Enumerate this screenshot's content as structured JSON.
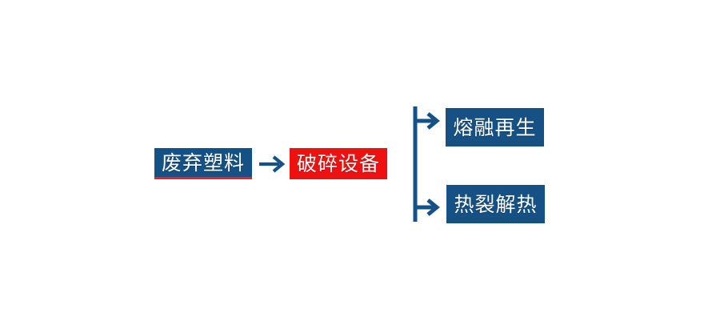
{
  "diagram": {
    "type": "process-flow",
    "orientation": "left-to-right",
    "background_color": "#ffffff",
    "colors": {
      "node_blue": "#155184",
      "node_red": "#ee1111",
      "accent_red_rule": "#e8202a",
      "connector_blue": "#155184",
      "node_text": "#ffffff"
    },
    "nodes": [
      {
        "id": "waste-plastic",
        "label": "废弃塑料",
        "fill": "#155184",
        "text_color": "#ffffff",
        "accent_border_bottom": "#e8202a",
        "stage": 1
      },
      {
        "id": "crusher",
        "label": "破碎设备",
        "fill": "#ee1111",
        "text_color": "#ffffff",
        "stage": 2
      },
      {
        "id": "melt-regeneration",
        "label": "熔融再生",
        "fill": "#155184",
        "text_color": "#ffffff",
        "stage": 3,
        "branch": "top"
      },
      {
        "id": "pyrolysis",
        "label": "热裂解热",
        "fill": "#155184",
        "text_color": "#ffffff",
        "stage": 3,
        "branch": "bottom"
      }
    ],
    "connectors": [
      {
        "id": "arrow-main",
        "icon": "arrow-right-icon",
        "from": "waste-plastic",
        "to": "crusher",
        "color": "#155184",
        "style": "straight-arrow"
      },
      {
        "id": "branch-connector",
        "icon": "branch-split-icon",
        "from": "crusher",
        "to": [
          "melt-regeneration",
          "pyrolysis"
        ],
        "color": "#155184",
        "style": "vertical-bracket-two-arrows"
      }
    ]
  }
}
